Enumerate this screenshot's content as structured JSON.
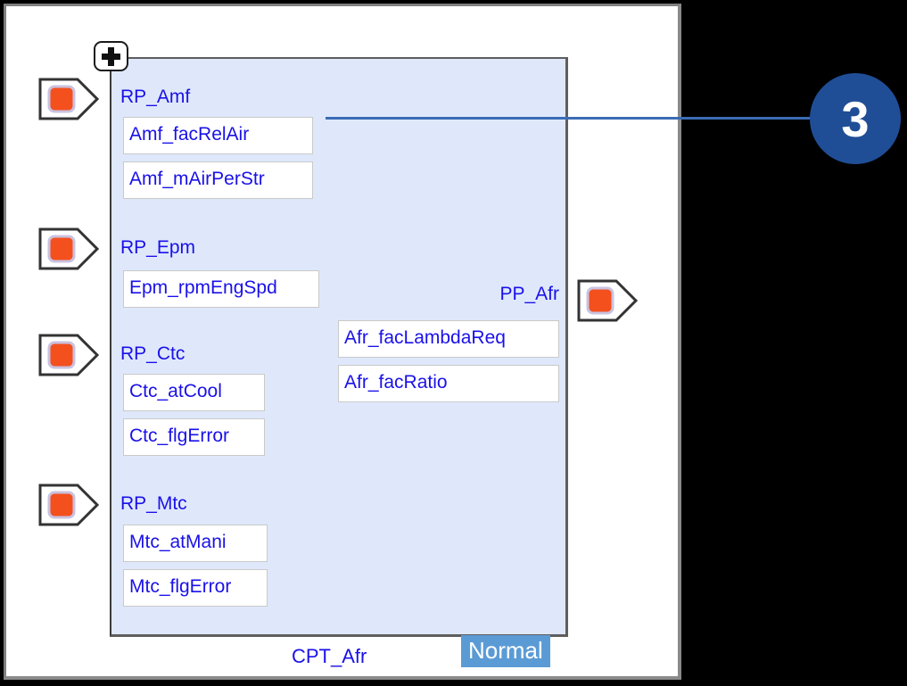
{
  "diagram": {
    "title": "CPT_Afr",
    "status": "Normal",
    "expand_icon": "plus-icon",
    "block_fill": "#dfe8fb",
    "text_color": "#1a11e8",
    "status_color": "#5b9bd5",
    "callout_color": "#1f4e96",
    "port_color": "#f4501e"
  },
  "callout": {
    "number": "3"
  },
  "inputs": [
    {
      "port_name": "RP_Amf",
      "port_icon": "receiver-port-icon",
      "signals": [
        "Amf_facRelAir",
        "Amf_mAirPerStr"
      ]
    },
    {
      "port_name": "RP_Epm",
      "port_icon": "receiver-port-icon",
      "signals": [
        "Epm_rpmEngSpd"
      ]
    },
    {
      "port_name": "RP_Ctc",
      "port_icon": "receiver-port-icon",
      "signals": [
        "Ctc_atCool",
        "Ctc_flgError"
      ]
    },
    {
      "port_name": "RP_Mtc",
      "port_icon": "receiver-port-icon",
      "signals": [
        "Mtc_atMani",
        "Mtc_flgError"
      ]
    }
  ],
  "outputs": [
    {
      "port_name": "PP_Afr",
      "port_icon": "provider-port-icon",
      "signals": [
        "Afr_facLambdaReq",
        "Afr_facRatio"
      ]
    }
  ]
}
